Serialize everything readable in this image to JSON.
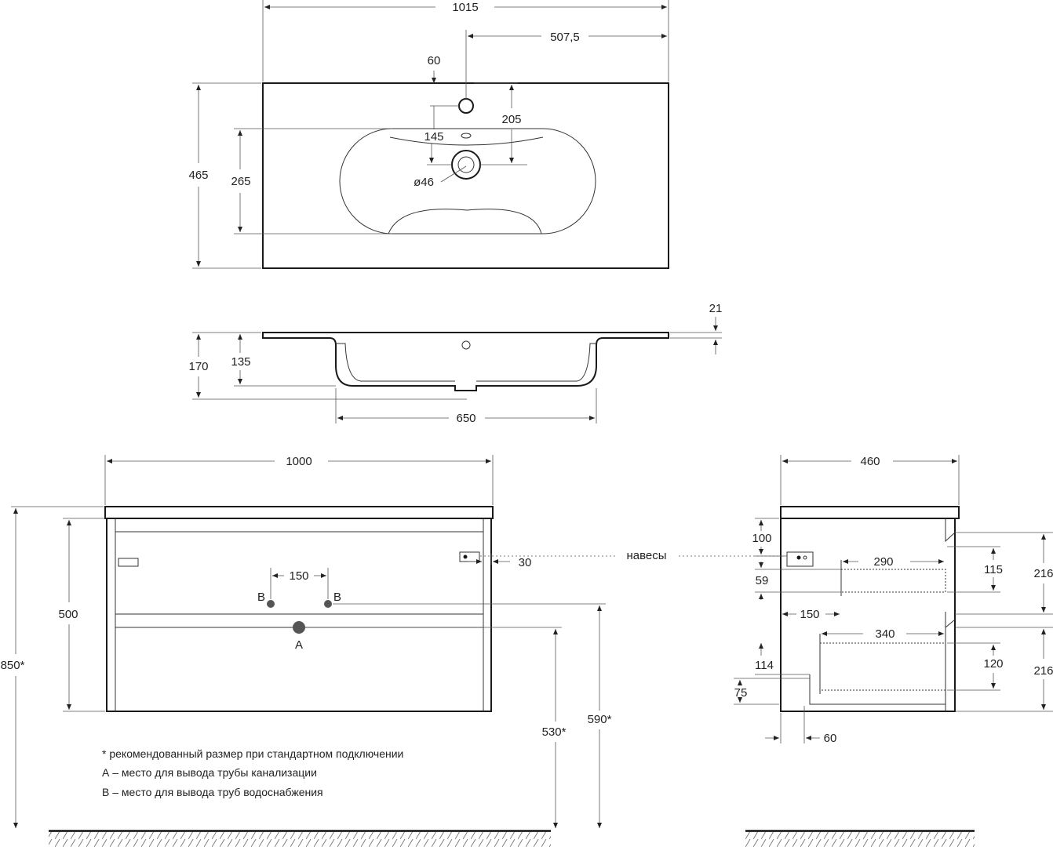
{
  "top_view": {
    "width": "1015",
    "half_width": "507,5",
    "hole_offset": "60",
    "depth": "465",
    "bowl_depth": "265",
    "faucet_to_drain": "205",
    "faucet_to_overflow": "145",
    "drain_diameter": "ø46"
  },
  "side_section": {
    "rim_thickness": "21",
    "total_height": "170",
    "bowl_height": "135",
    "bowl_width": "650"
  },
  "front_view": {
    "width": "1000",
    "height": "500",
    "total_height": "850*",
    "supply_spacing": "150",
    "hinge_offset": "30",
    "supply_label_left": "B",
    "supply_label_right": "B",
    "drain_label": "A",
    "hinge_label": "навесы",
    "drain_height": "530*",
    "supply_height": "590*"
  },
  "side_view": {
    "depth": "460",
    "hinge_drop": "100",
    "upper_drawer_depth": "290",
    "upper_drawer_gap": "59",
    "upper_drawer_height": "115",
    "upper_front_height": "216",
    "drawer_setback": "150",
    "lower_drawer_depth": "340",
    "lower_gap": "114",
    "lower_drawer_height": "120",
    "lower_front_height": "216",
    "base_height": "75",
    "base_setback": "60"
  },
  "notes": [
    "* рекомендованный размер при стандартном подключении",
    "А – место для вывода трубы канализации",
    "В – место для вывода труб водоснабжения"
  ]
}
